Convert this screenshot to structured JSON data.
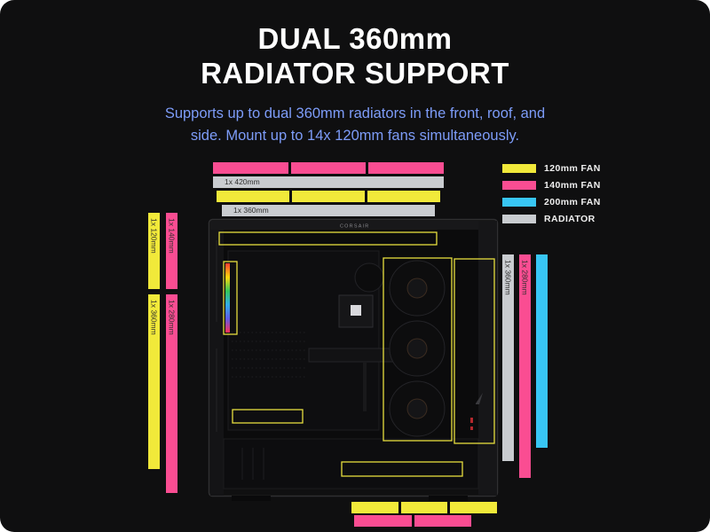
{
  "title": {
    "line1": "DUAL 360mm",
    "line2": "RADIATOR SUPPORT"
  },
  "subtitle": "Supports up to dual 360mm radiators in the front, roof, and side. Mount up to 14x 120mm fans simultaneously.",
  "case": {
    "brand": "CORSAIR"
  },
  "colors": {
    "background": "#0f0f10",
    "title_text": "#ffffff",
    "subtitle_text": "#7d9cf8",
    "fan_120mm": "#f1e93a",
    "fan_140mm": "#fa4d92",
    "fan_200mm": "#38c6f4",
    "radiator": "#c9ccd0",
    "mount_highlight": "#e6de3e"
  },
  "legend": [
    {
      "label": "120mm FAN",
      "color": "#f1e93a"
    },
    {
      "label": "140mm FAN",
      "color": "#fa4d92"
    },
    {
      "label": "200mm FAN",
      "color": "#38c6f4"
    },
    {
      "label": "RADIATOR",
      "color": "#c9ccd0"
    }
  ],
  "bars": {
    "top": [
      {
        "type": "140mm-fans",
        "label": ""
      },
      {
        "type": "radiator",
        "label": "1x 420mm"
      },
      {
        "type": "120mm-fans",
        "label": ""
      },
      {
        "type": "radiator",
        "label": "1x 360mm"
      }
    ],
    "left": [
      {
        "type": "120mm-fan",
        "label": "1x 120mm"
      },
      {
        "type": "140mm-fan",
        "label": "1x 140mm"
      },
      {
        "type": "120mm-fans",
        "label": "1x 360mm"
      },
      {
        "type": "140mm-fans",
        "label": "1x 280mm"
      }
    ],
    "right": [
      {
        "type": "radiator",
        "label": "1x 360mm"
      },
      {
        "type": "140mm-fans",
        "label": "1x 280mm"
      },
      {
        "type": "200mm-fan",
        "label": ""
      }
    ],
    "bottom": [
      {
        "type": "120mm-fans",
        "label": ""
      },
      {
        "type": "140mm-fans",
        "label": ""
      }
    ]
  }
}
